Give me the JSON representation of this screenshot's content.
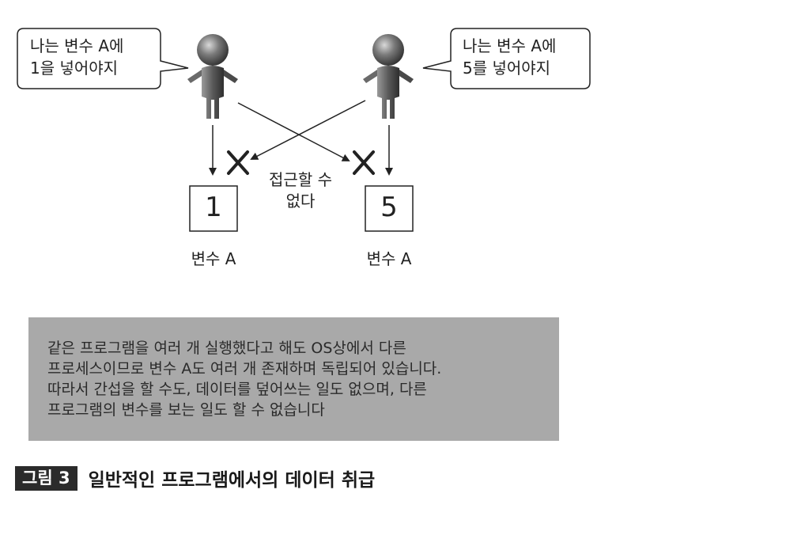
{
  "diagram": {
    "left_bubble": {
      "lines": [
        "나는 변수 A에",
        "1을 넣어야지"
      ]
    },
    "right_bubble": {
      "lines": [
        "나는 변수 A에",
        "5를 넣어야지"
      ]
    },
    "left_person": {
      "icon": "person-icon"
    },
    "right_person": {
      "icon": "person-icon"
    },
    "blocked_label": {
      "lines": [
        "접근할 수",
        "없다"
      ]
    },
    "left_variable": {
      "value": "1",
      "label": "변수 A"
    },
    "right_variable": {
      "value": "5",
      "label": "변수 A"
    },
    "blocked_marks": {
      "icon": "cross-icon"
    }
  },
  "note": {
    "lines": [
      "같은 프로그램을 여러 개 실행했다고 해도 OS상에서 다른",
      "프로세스이므로 변수 A도 여러 개 존재하며 독립되어 있습니다.",
      "따라서 간섭을 할 수도, 데이터를 덮어쓰는 일도 없으며, 다른",
      "프로그램의 변수를 보는 일도 할 수 없습니다"
    ]
  },
  "caption": {
    "badge": "그림 3",
    "title": "일반적인 프로그램에서의 데이터 취급"
  },
  "colors": {
    "note_background": "#a9a9a9",
    "badge_background": "#2b2b2b",
    "person": "#555555"
  }
}
